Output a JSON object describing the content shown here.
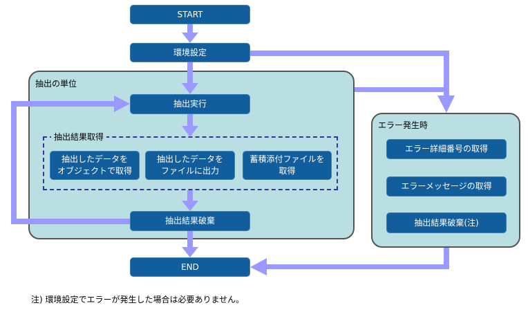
{
  "colors": {
    "step_fill": "#125d9b",
    "container_fill": "#b9dfe3",
    "arrow": "#9999ff",
    "dashed_border": "#333399",
    "container_border": "#555555"
  },
  "nodes": {
    "start": "START",
    "env_setup": "環境設定",
    "extract_exec": "抽出実行",
    "get_as_object": "抽出したデータを\nオブジェクトで取得",
    "output_to_file": "抽出したデータを\nファイルに出力",
    "get_attachments": "蓄積添付ファイルを\n取得",
    "discard_results": "抽出結果破棄",
    "end": "END",
    "get_error_number": "エラー詳細番号の取得",
    "get_error_message": "エラーメッセージの取得",
    "discard_results_note": "抽出結果破棄(注)"
  },
  "groups": {
    "extraction_unit": "抽出の単位",
    "get_results": "抽出結果取得",
    "on_error": "エラー発生時"
  },
  "footnote": "注) 環境設定でエラーが発生した場合は必要ありません。"
}
